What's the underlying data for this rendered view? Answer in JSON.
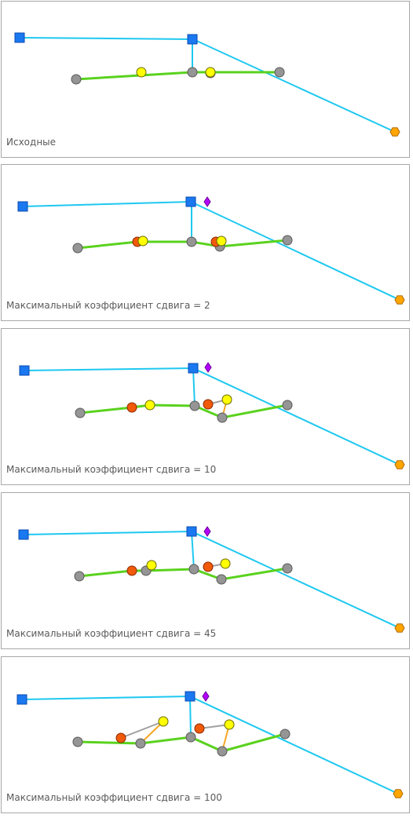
{
  "panels": [
    {
      "caption": "Исходные"
    },
    {
      "caption": "Максимальный коэффициент сдвига = 2"
    },
    {
      "caption": "Максимальный коэффициент сдвига = 10"
    },
    {
      "caption": "Максимальный коэффициент сдвига = 45"
    },
    {
      "caption": "Максимальный коэффициент сдвига = 100"
    }
  ],
  "colors": {
    "blue_line": "#1ec8f0",
    "green_line": "#5ad21e",
    "orange_link": "#f5a623",
    "gray_link": "#a0a0a0",
    "square_fill": "#1a78f0",
    "gray_node": "#959595",
    "yellow_node": "#ffff00",
    "red_node": "#f05a0a",
    "orange_hex": "#ffa500",
    "purple_diamond": "#b400ff",
    "panel_border": "#a8a8a8",
    "caption_text": "#5a5a5a"
  },
  "icons": [
    "square-node-icon",
    "circle-node-icon",
    "diamond-node-icon",
    "hexagon-node-icon"
  ]
}
